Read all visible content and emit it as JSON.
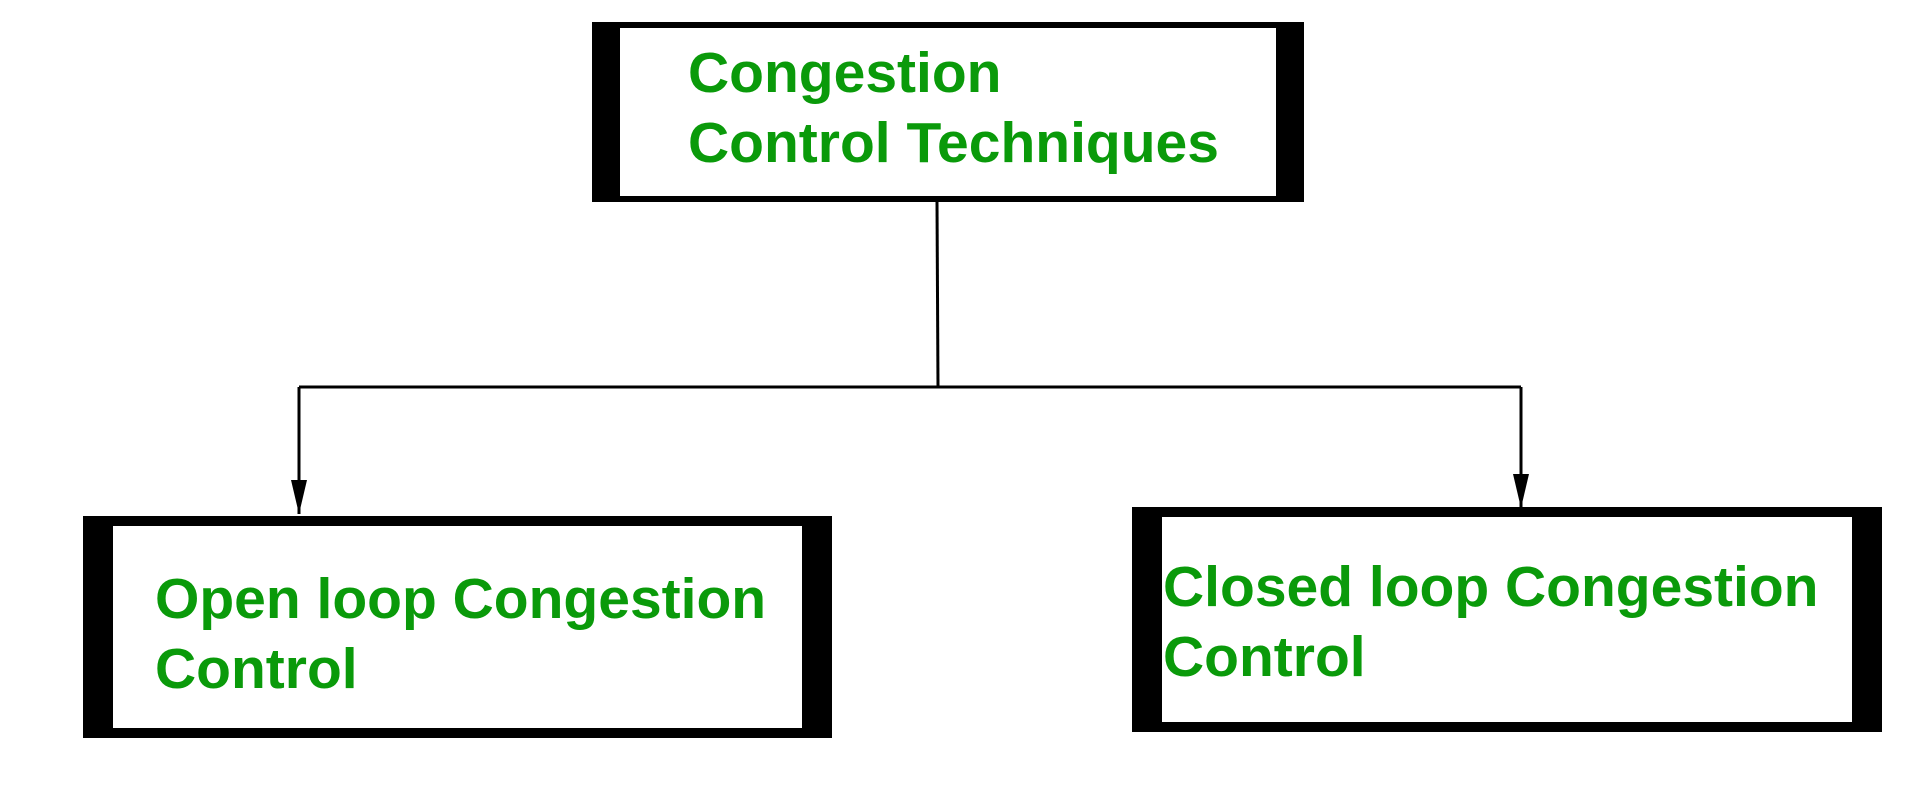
{
  "diagram": {
    "type": "hierarchy",
    "colors": {
      "text": "#0a9a0a",
      "border": "#000000",
      "background": "#ffffff"
    },
    "nodes": {
      "root": {
        "line1": "Congestion",
        "line2": "Control Techniques"
      },
      "open_loop": {
        "line1": "Open loop Congestion",
        "line2": "Control"
      },
      "closed_loop": {
        "line1": "Closed loop Congestion",
        "line2": "Control"
      }
    },
    "edges": [
      {
        "from": "root",
        "to": "open_loop",
        "arrow": "end"
      },
      {
        "from": "root",
        "to": "closed_loop",
        "arrow": "end"
      }
    ]
  }
}
